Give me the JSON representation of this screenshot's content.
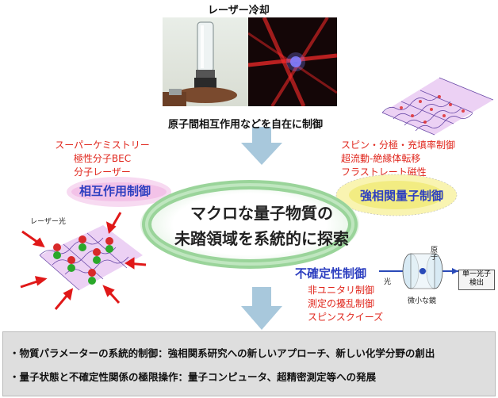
{
  "top_title": "レーザー冷却",
  "middle_caption": "原子間相互作用などを自在に制御",
  "left_list": [
    "スーパーケミストリー",
    "極性分子BEC",
    "分子レーザー"
  ],
  "left_label": "相互作用制御",
  "right_list": [
    "スピン・分極・充填率制御",
    "超流動-絶縁体転移",
    "フラストレート磁性"
  ],
  "right_label": "強相関量子制御",
  "center": {
    "line1": "マクロな量子物質の",
    "line2": "未踏領域を系統的に探索"
  },
  "laser_label": "レーザー光",
  "uncertainty_label": "不確定性制御",
  "bottom_list": [
    "非ユニタリ制御",
    "測定の擾乱制御",
    "スピンスクイーズ"
  ],
  "apparatus": {
    "light": "光",
    "atom": "原子",
    "mirror": "微小な鏡",
    "detector": "単一光子検出"
  },
  "bottom_box": [
    "・物質パラメーターの系統的制御：強相関系研究への新しいアプローチ、新しい化学分野の創出",
    "・量子状態と不確定性関係の極限操作：量子コンピュータ、超精密測定等への発展"
  ],
  "colors": {
    "accent_red": "#e0261c",
    "label_blue": "#2d3fc0",
    "arrow_blue": "#a8c8dc",
    "ring_green": "#8fd08f"
  }
}
